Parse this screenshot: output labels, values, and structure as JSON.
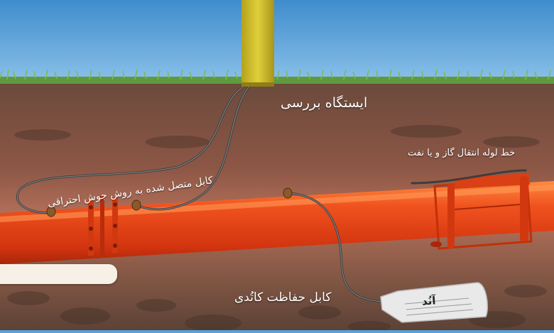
{
  "labels": {
    "inspection_station": "ایستگاه بررسی",
    "cable_exothermic_weld": "کابل متصل شده به روش جوش احتراقی",
    "pipeline": "خط لوله انتقال گاز و یا نفت",
    "cathodic_protection_cable": "کابل حفاظت کاتُدی",
    "anode": "آنُد"
  },
  "colors": {
    "sky": "#5aa0d8",
    "grass": "#5f9a3e",
    "soil_dark": "#5a3f33",
    "soil_mid": "#8e5c48",
    "soil_warm": "#b5705a",
    "pipe_orange": "#e8431c",
    "pipe_highlight": "#ff7a3a",
    "station_yellow": "#c9ba2a",
    "cable": "#555555",
    "anode_bag": "#e9e9e9"
  }
}
